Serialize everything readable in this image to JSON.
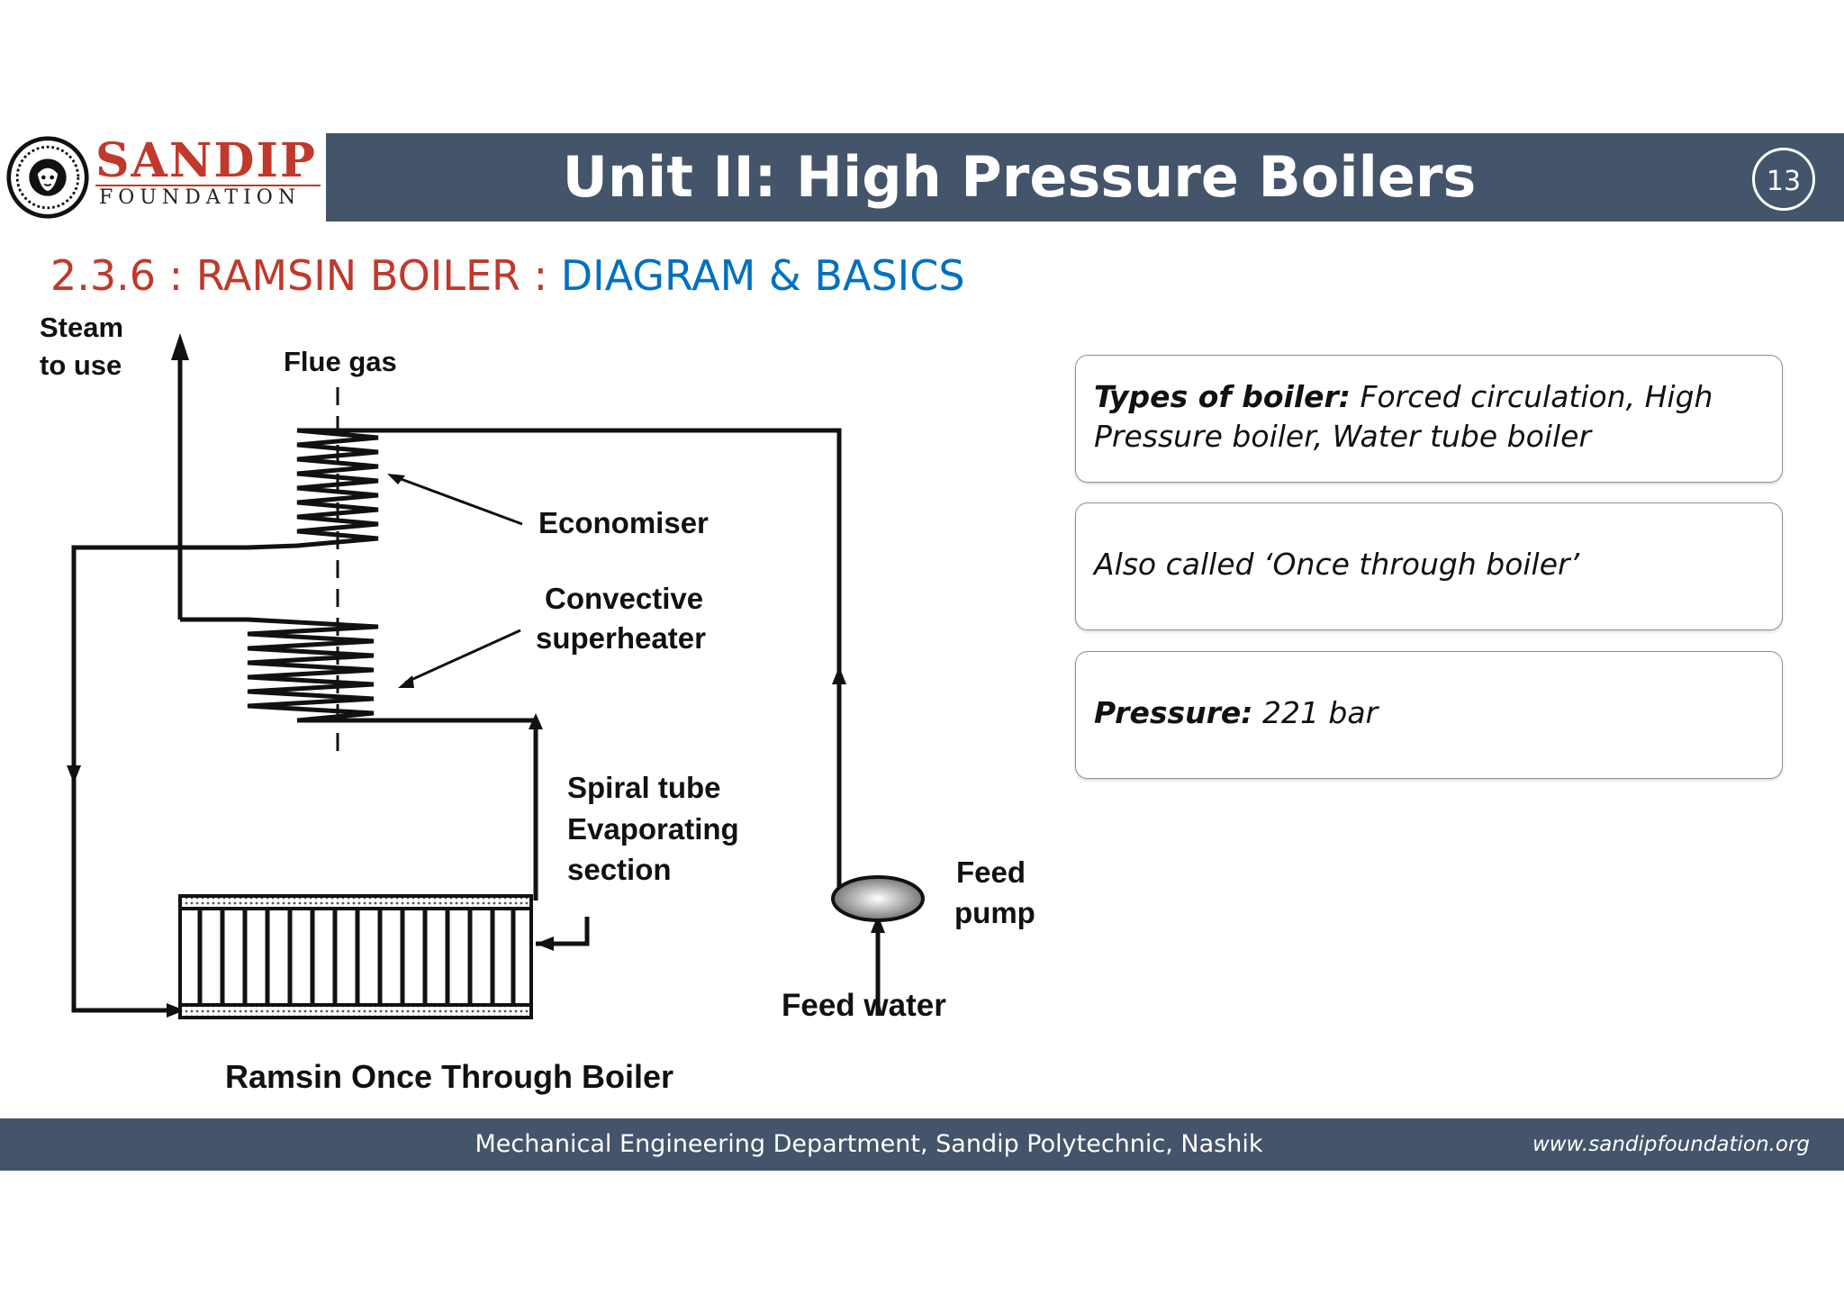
{
  "header": {
    "logo_name": "SANDIP",
    "logo_sub": "FOUNDATION",
    "title": "Unit II: High Pressure Boilers",
    "page_number": "13"
  },
  "section": {
    "number": "2.3.6 : RAMSIN BOILER : ",
    "topic": "DIAGRAM & BASICS"
  },
  "diagram": {
    "labels": {
      "steam_line1": "Steam",
      "steam_line2": "to use",
      "flue_gas": "Flue gas",
      "economiser": "Economiser",
      "convective_line1": "Convective",
      "convective_line2": "superheater",
      "spiral_line1": "Spiral tube",
      "spiral_line2": "Evaporating",
      "spiral_line3": "section",
      "feed_pump_line1": "Feed",
      "feed_pump_line2": "pump",
      "feed_water": "Feed water",
      "caption": "Ramsin Once Through Boiler"
    }
  },
  "info_boxes": [
    {
      "label": "Types of boiler:",
      "text": " Forced circulation, High Pressure boiler,  Water tube boiler"
    },
    {
      "label": "",
      "text": "Also called ‘Once through boiler’"
    },
    {
      "label": "Pressure:",
      "text": " 221 bar"
    }
  ],
  "footer": {
    "department": "Mechanical Engineering Department, Sandip Polytechnic, Nashik",
    "url": "www.sandipfoundation.org"
  },
  "colors": {
    "header_bg": "#44546a",
    "brand_red": "#c0392b",
    "accent_blue": "#0070c0"
  }
}
